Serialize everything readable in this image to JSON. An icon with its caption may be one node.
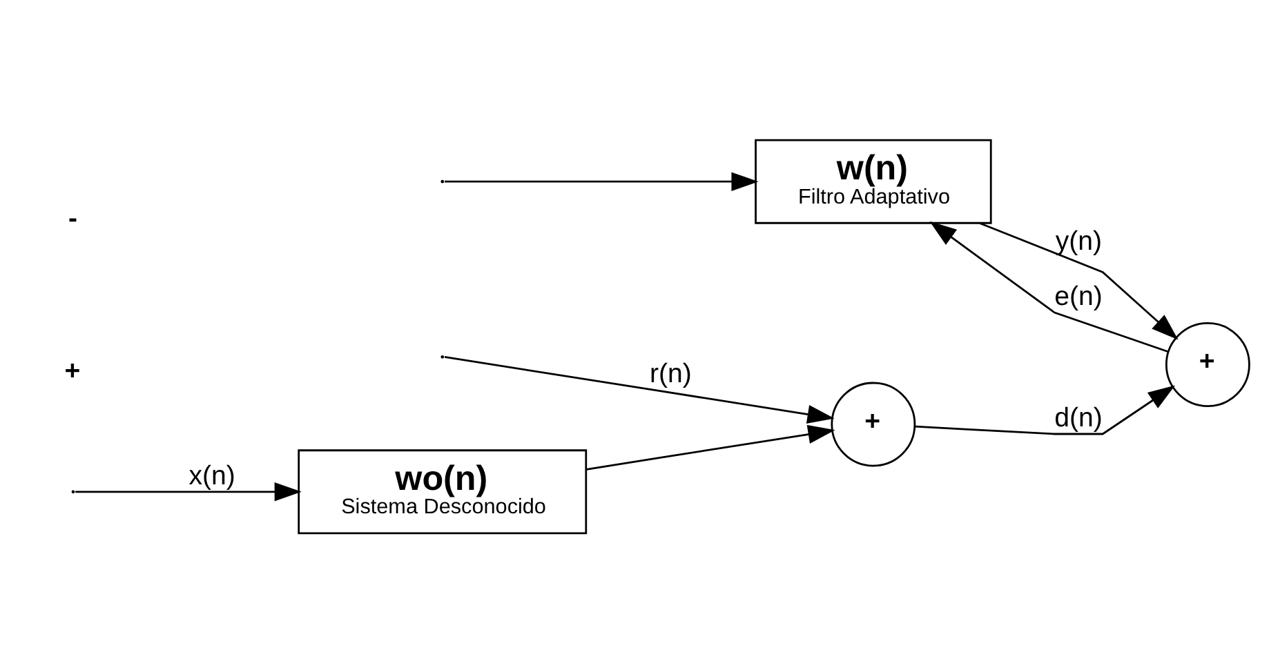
{
  "diagram": {
    "nodes": [
      {
        "text": [
          "wo(n)",
          "Sistema Desconocido"
        ]
      },
      {
        "text": [
          "w(n)",
          "Filtro Adaptativo"
        ]
      },
      {
        "text": [
          "+"
        ]
      },
      {
        "text": [
          "+"
        ]
      }
    ],
    "edges": [
      {
        "from": null,
        "to": 0,
        "arrow": "to",
        "label": "x(n)"
      },
      {
        "from": null,
        "to": 1,
        "arrow": "to"
      },
      {
        "from": null,
        "to": 2,
        "arrow": "to",
        "label": "r(n)"
      },
      {
        "from": 0,
        "to": 2,
        "arrow": "to"
      },
      {
        "from": 2,
        "to": 3,
        "arrow": "to",
        "label": "d(n)"
      },
      {
        "from": 1,
        "to": 3,
        "arrow": "to",
        "label": "y(n)"
      },
      {
        "from": 3,
        "to": 1,
        "arrow": "to",
        "label": "e(n)"
      }
    ],
    "labels": [
      "+",
      "-"
    ]
  }
}
